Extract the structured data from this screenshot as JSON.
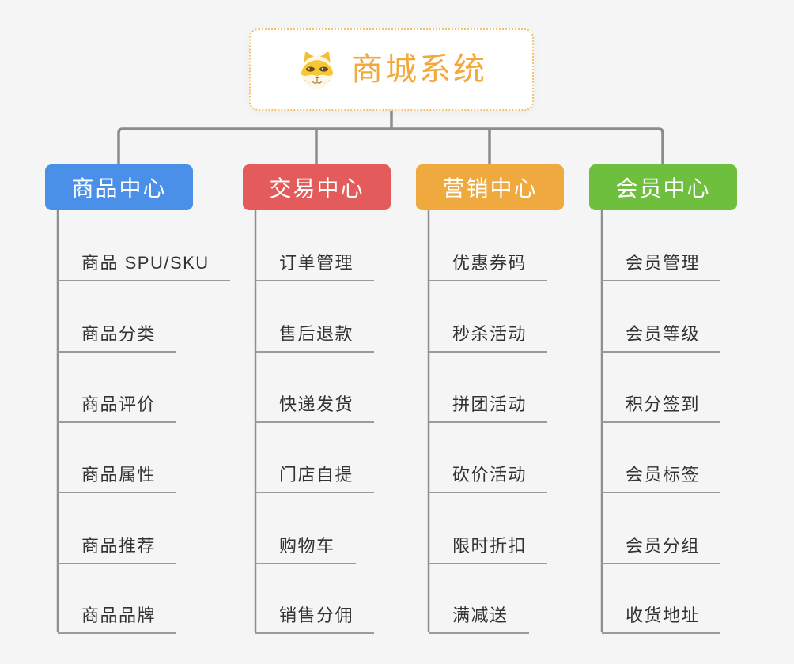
{
  "root": {
    "title": "商城系统",
    "icon": "dog-face-icon"
  },
  "branches": [
    {
      "label": "商品中心",
      "color": "#4a90e8",
      "children": [
        "商品 SPU/SKU",
        "商品分类",
        "商品评价",
        "商品属性",
        "商品推荐",
        "商品品牌"
      ]
    },
    {
      "label": "交易中心",
      "color": "#e45b5b",
      "children": [
        "订单管理",
        "售后退款",
        "快递发货",
        "门店自提",
        "购物车",
        "销售分佣"
      ]
    },
    {
      "label": "营销中心",
      "color": "#efa93f",
      "children": [
        "优惠券码",
        "秒杀活动",
        "拼团活动",
        "砍价活动",
        "限时折扣",
        "满减送"
      ]
    },
    {
      "label": "会员中心",
      "color": "#6fbf3e",
      "children": [
        "会员管理",
        "会员等级",
        "积分签到",
        "会员标签",
        "会员分组",
        "收货地址"
      ]
    }
  ],
  "colors": {
    "background": "#f5f5f6",
    "connector": "#8c8c8c",
    "leaf_underline": "#9b9b9b",
    "leaf_text": "#333333",
    "root_text": "#f2a93b",
    "root_border": "#f3c06c"
  }
}
